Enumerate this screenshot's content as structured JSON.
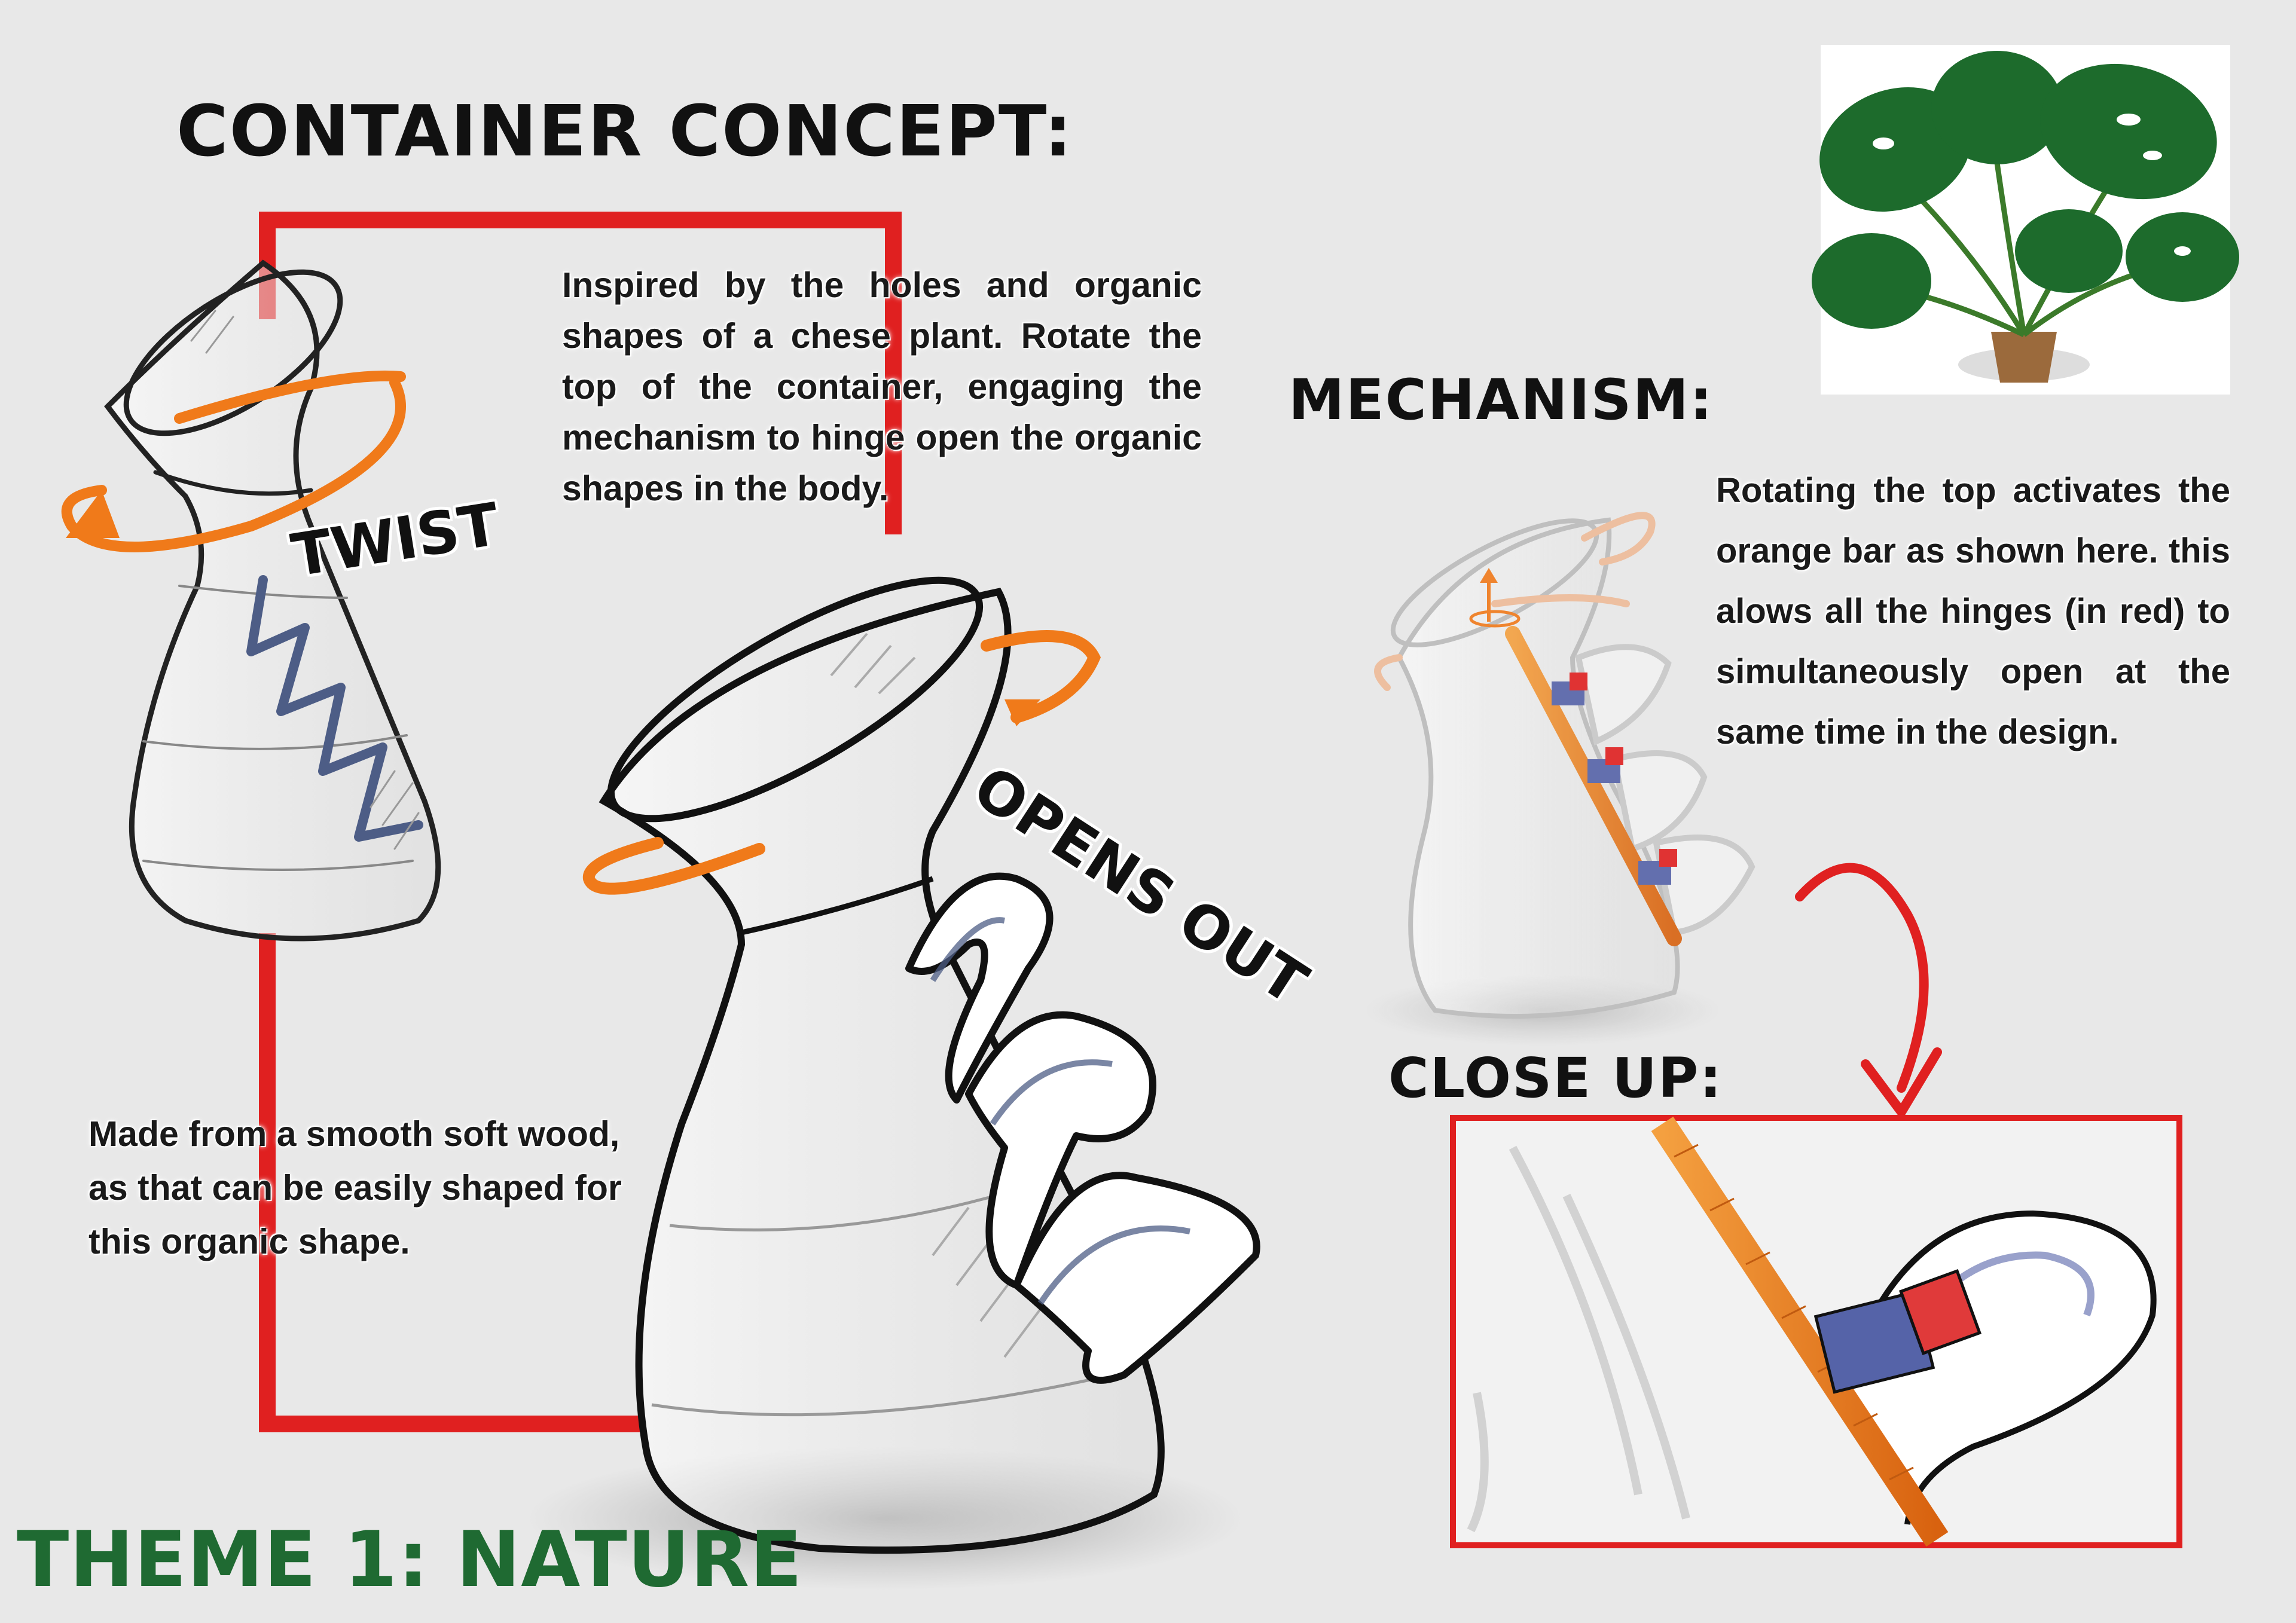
{
  "title": "CONTAINER CONCEPT:",
  "intro_text": "Inspired by the holes and organic shapes of a chese plant. Rotate the top of the container, engaging the mechanism to hinge open the organic shapes in the body.",
  "material_text": "Made from a smooth soft wood, as that can be easily shaped for this organic shape.",
  "label_twist": "TWIST",
  "label_opens_out": "OPENS OUT",
  "mechanism_heading": "MECHANISM:",
  "mechanism_text": "Rotating the top activates the orange bar as shown here. this alows all the hinges (in red) to simultaneously open at the same time in the design.",
  "closeup_heading": "CLOSE UP:",
  "theme_label": "THEME 1: NATURE",
  "colors": {
    "frame_red": "#e02020",
    "arrow_orange": "#f07a1a",
    "hinge_blue": "#5563a8",
    "theme_green": "#1f6a32",
    "leaf_green": "#1d6b2c"
  },
  "icons": {
    "plant_photo": "monstera-plant-icon",
    "twist_arrow": "rotate-arrow-icon",
    "pointer_arrow": "curved-down-arrow-icon"
  }
}
